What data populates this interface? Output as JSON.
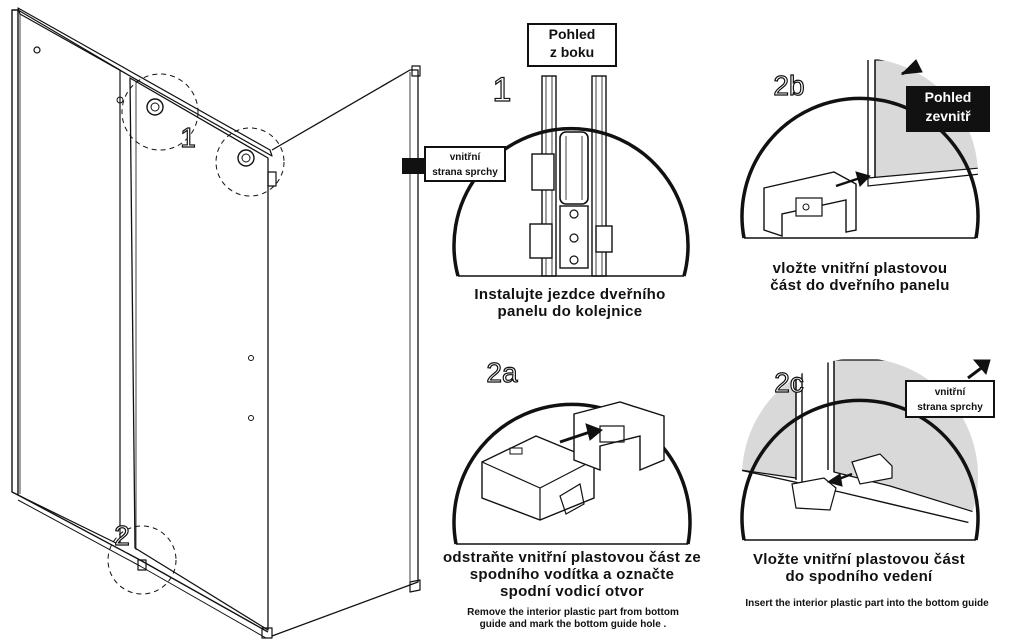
{
  "labels": {
    "step1": "1",
    "step2": "2",
    "step1_detail": "1",
    "step2a": "2a",
    "step2b": "2b",
    "step2c": "2c"
  },
  "tags": {
    "side_view": "Pohled\nz boku",
    "inside_view": "Pohled\nzevnitř",
    "shower_inside_1": "vnitřní\nstrana sprchy",
    "shower_inside_2": "vnitřní\nstrana sprchy"
  },
  "captions": {
    "step1": "Instalujte jezdce dveřního\npanelu do kolejnice",
    "step2b": "vložte vnitřní plastovou\nčást do dveřního panelu",
    "step2a_cz": "odstraňte vnitřní plastovou část ze\nspodního vodítka a označte\nspodní vodicí otvor",
    "step2a_en": "Remove the interior plastic part from bottom\nguide and mark the bottom guide hole .",
    "step2c_cz": "Vložte vnitřní plastovou část\ndo spodního vedení",
    "step2c_en": "Insert the interior plastic part into the bottom guide"
  },
  "colors": {
    "line": "#111111",
    "glass_fill": "#d9d9d9",
    "tag_dark": "#111111"
  }
}
